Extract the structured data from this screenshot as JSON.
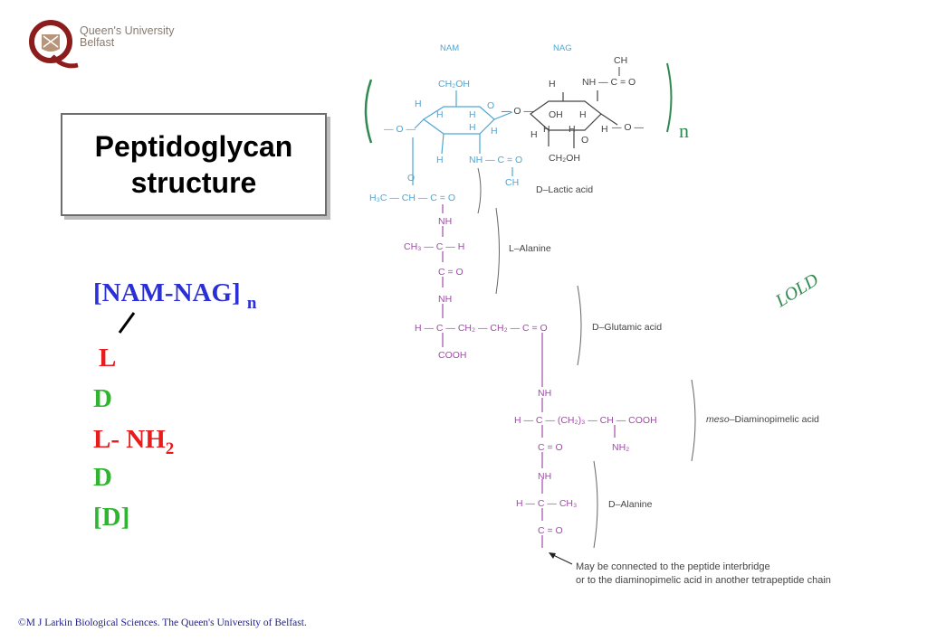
{
  "logo": {
    "line1": "Queen's University",
    "line2": "Belfast"
  },
  "title": {
    "line1": "Peptidoglycan",
    "line2": "structure"
  },
  "sequence": {
    "nam_nag": "[NAM-NAG]",
    "n": "n",
    "l": "L",
    "d1": "D",
    "l_nh2": "L- NH",
    "nh2_sub": "2",
    "d2": "D",
    "d3": "[D]"
  },
  "structure": {
    "nam_label": "NAM",
    "nag_label": "NAG",
    "ch3": "CH",
    "nh_co": "NH — C = O",
    "ch2oh_top": "CH₂OH",
    "o_left": "— O —",
    "o_link": "— O —",
    "o_right": "— O —",
    "h": "H",
    "oh": "OH",
    "o": "O",
    "ch2oh_bottom": "CH₂OH",
    "nam_nh_co": "NH — C = O",
    "lactyl": "H₃C — CH — C = O",
    "lactic_label": "D–Lactic acid",
    "nh": "NH",
    "ala_chain": "CH₃ — C — H",
    "co": "C = O",
    "l_alanine_label": "L–Alanine",
    "glu_chain": "H — C — CH₂ — CH₂ — C = O",
    "cooh": "COOH",
    "glutamic_label": "D–Glutamic acid",
    "dap_chain": "H — C — (CH₂)₃ — CH — COOH",
    "nh2": "NH₂",
    "dap_meso": "meso",
    "dap_label": "–Diaminopimelic acid",
    "dala_chain": "H — C — CH₃",
    "d_alanine_label": "D–Alanine",
    "note_line1": "May be connected to the peptide interbridge",
    "note_line2": "or to the diaminopimelic acid in another tetrapeptide chain",
    "n_mark": "n",
    "lold": "LOLD"
  },
  "footer": "©M J Larkin  Biological Sciences. The  Queen's University of Belfast.",
  "colors": {
    "title_blue": "#2a2fd6",
    "red": "#e81c1c",
    "green": "#2fb52f",
    "sugar": "#4ea6d6",
    "peptide": "#a04ba8"
  }
}
